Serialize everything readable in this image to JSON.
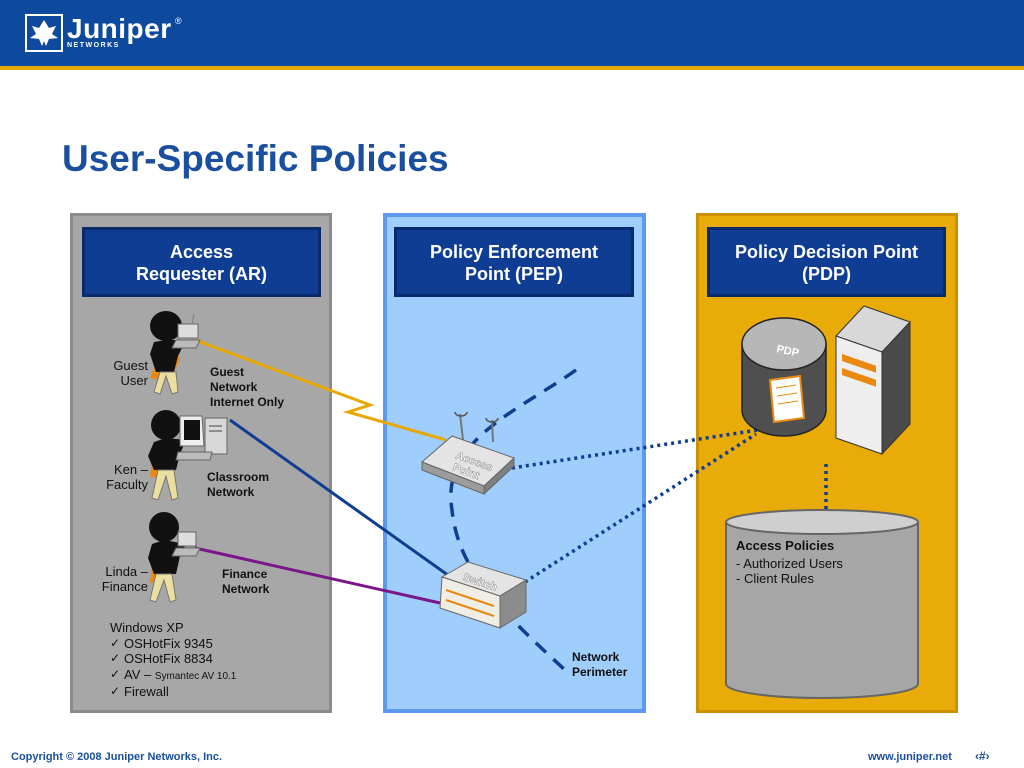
{
  "brand": {
    "name": "Juniper",
    "sub": "NETWORKS",
    "reg": "®"
  },
  "slide": {
    "title": "User-Specific Policies"
  },
  "columns": {
    "ar": {
      "line1": "Access",
      "line2": "Requester (AR)"
    },
    "pep": {
      "line1": "Policy Enforcement",
      "line2": "Point (PEP)"
    },
    "pdp": {
      "line1": "Policy Decision Point",
      "line2": "(PDP)"
    }
  },
  "users": [
    {
      "line1": "Guest",
      "line2": "User",
      "network1": "Guest",
      "network2": "Network",
      "network3": "Internet Only"
    },
    {
      "line1": "Ken –",
      "line2": "Faculty",
      "network1": "Classroom",
      "network2": "Network"
    },
    {
      "line1": "Linda –",
      "line2": "Finance",
      "network1": "Finance",
      "network2": "Network"
    }
  ],
  "client": {
    "os": "Windows XP",
    "items": [
      {
        "text": "OSHotFix 9345"
      },
      {
        "text": "OSHotFix 8834"
      },
      {
        "text": "AV – ",
        "small": "Symantec AV 10.1"
      },
      {
        "text": "Firewall"
      }
    ]
  },
  "devices": {
    "access_point_1": "Access",
    "access_point_2": "Point",
    "switch": "Switch",
    "pdp_disk": "PDP"
  },
  "perimeter": {
    "line1": "Network",
    "line2": "Perimeter"
  },
  "policies": {
    "title": "Access Policies",
    "item1": "- Authorized Users",
    "item2": "- Client Rules"
  },
  "footer": {
    "copyright": "Copyright © 2008 Juniper Networks, Inc.",
    "url": "www.juniper.net",
    "page": "‹#›"
  },
  "colors": {
    "brand_blue": "#0d4a9e",
    "gold": "#e9a800",
    "guest_link": "#e9a800",
    "classroom_link": "#0f3d93",
    "finance_link": "#7a168a",
    "pdp_link": "#0f3d93"
  }
}
